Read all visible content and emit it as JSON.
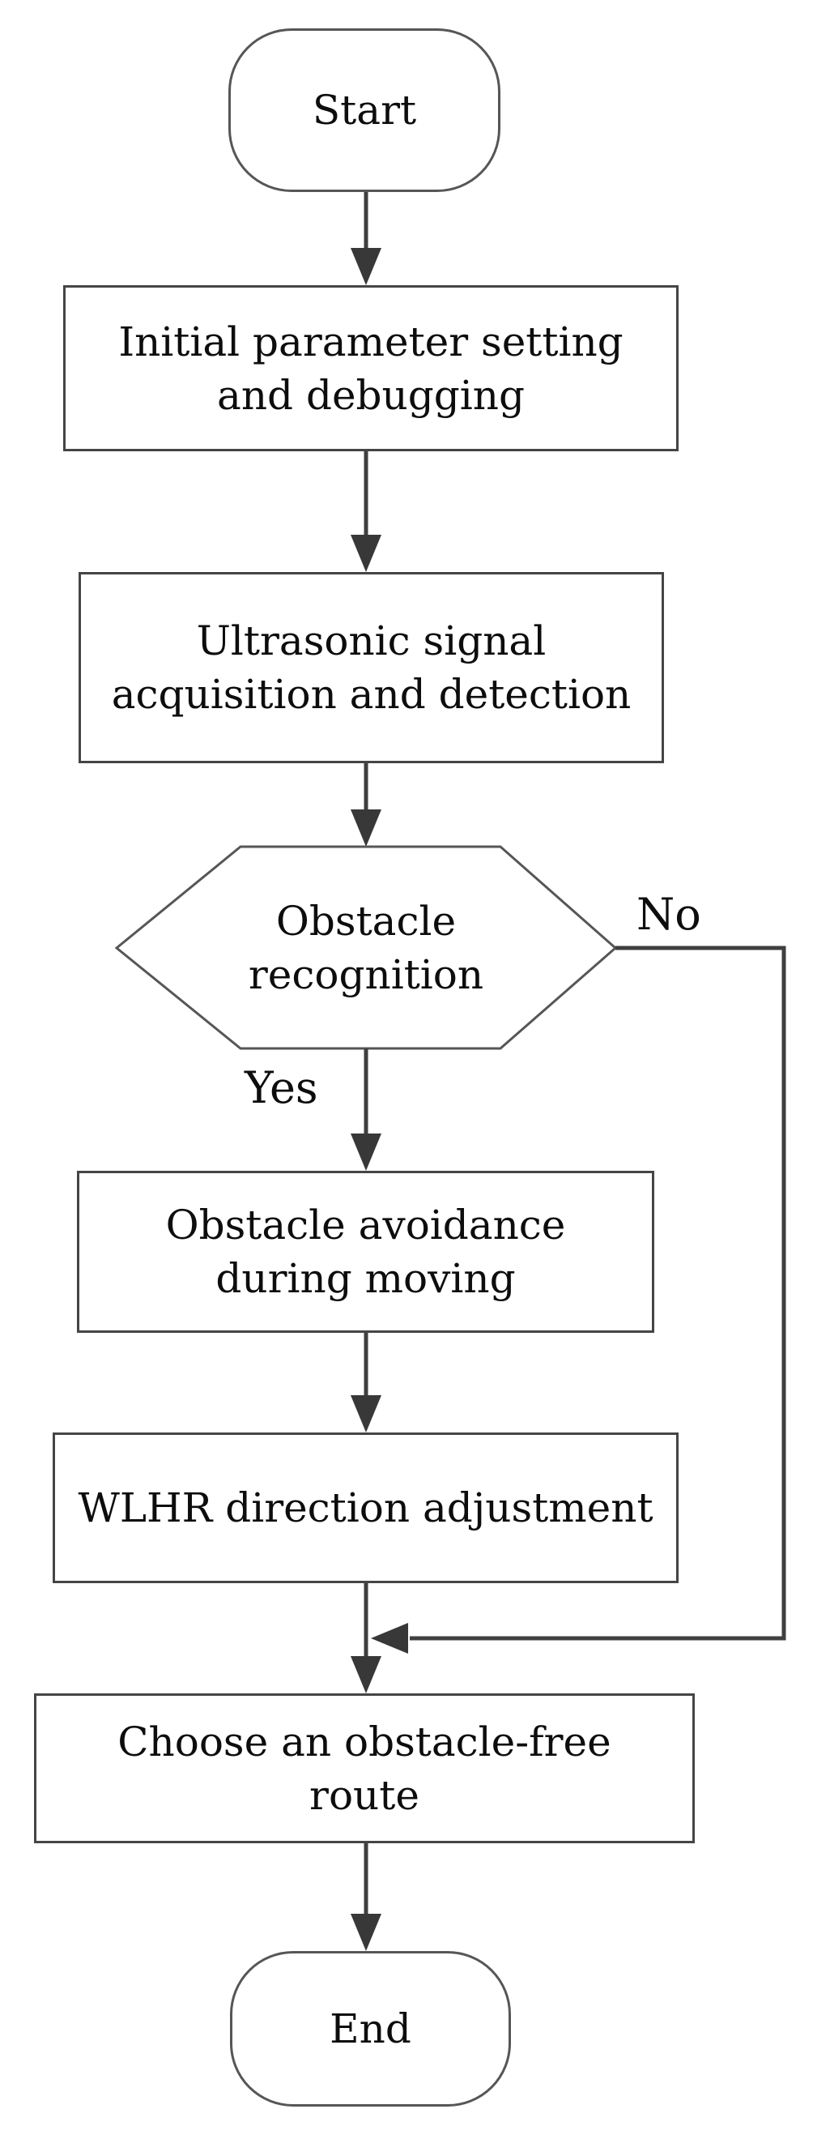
{
  "diagram": {
    "type": "flowchart",
    "nodes": {
      "start": {
        "label": "Start",
        "shape": "terminator"
      },
      "init_params": {
        "label": "Initial parameter setting and debugging",
        "shape": "process"
      },
      "ultrasonic": {
        "label": "Ultrasonic signal acquisition and detection",
        "shape": "process"
      },
      "obstacle_recognition": {
        "label": "Obstacle recognition",
        "shape": "decision-hexagon"
      },
      "obstacle_avoidance": {
        "label": "Obstacle avoidance during moving",
        "shape": "process"
      },
      "wlhr_adjustment": {
        "label": "WLHR direction adjustment",
        "shape": "process"
      },
      "choose_route": {
        "label": "Choose an obstacle-free route",
        "shape": "process"
      },
      "end": {
        "label": "End",
        "shape": "terminator"
      }
    },
    "branch_labels": {
      "yes": "Yes",
      "no": "No"
    },
    "edges": [
      {
        "from": "start",
        "to": "init_params"
      },
      {
        "from": "init_params",
        "to": "ultrasonic"
      },
      {
        "from": "ultrasonic",
        "to": "obstacle_recognition"
      },
      {
        "from": "obstacle_recognition",
        "to": "obstacle_avoidance",
        "label": "Yes"
      },
      {
        "from": "obstacle_recognition",
        "to": "choose_route",
        "label": "No"
      },
      {
        "from": "obstacle_avoidance",
        "to": "wlhr_adjustment"
      },
      {
        "from": "wlhr_adjustment",
        "to": "choose_route"
      },
      {
        "from": "choose_route",
        "to": "end"
      }
    ],
    "colors": {
      "background": "#ffffff",
      "line": "#3f3f3f",
      "arrowhead": "#383838",
      "shape_border": "#4a4a4a",
      "text": "#0d0d0d"
    }
  }
}
